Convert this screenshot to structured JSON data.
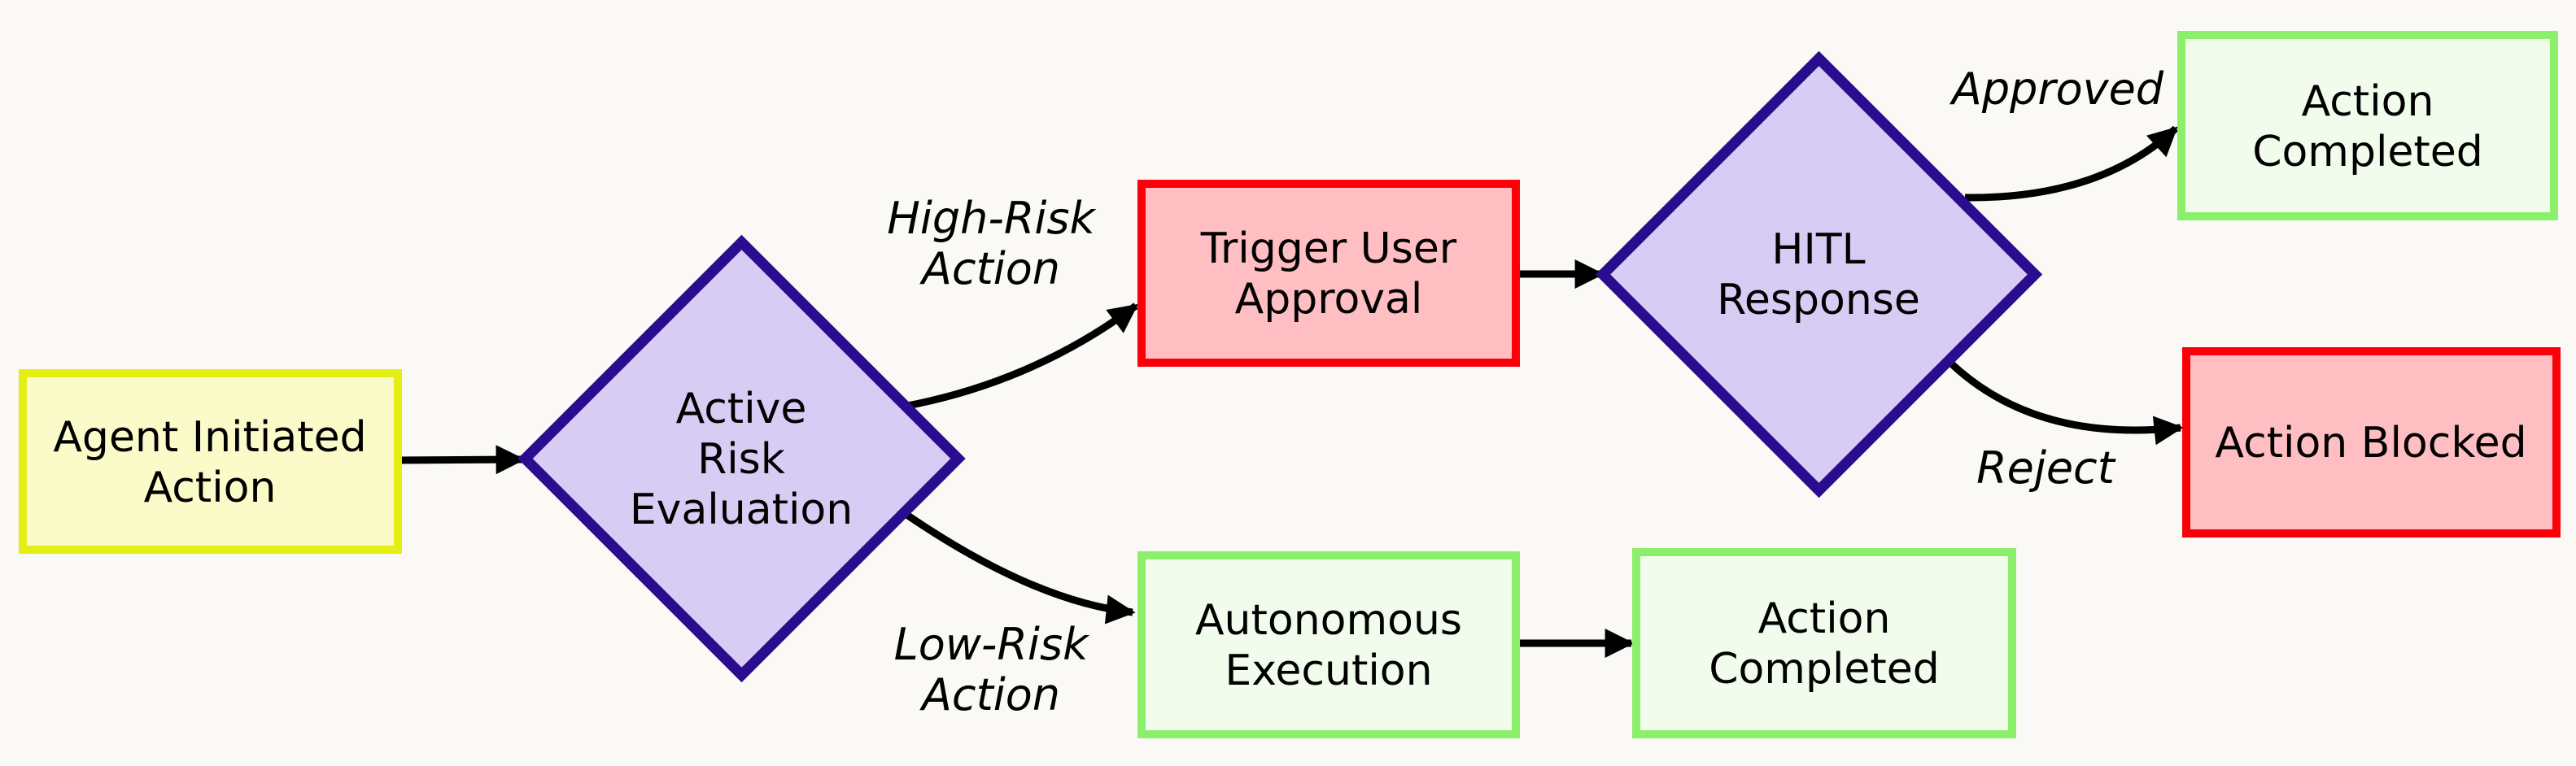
{
  "diagram": {
    "type": "flowchart",
    "background": "#FAF9F6",
    "edge_color": "#000000",
    "text_color": "#000000",
    "nodes": {
      "agent": {
        "shape": "rectangle",
        "fill": "#FAFBC8",
        "border": "#E3EE14",
        "label_lines": [
          "Agent Initiated",
          "Action"
        ]
      },
      "risk_eval": {
        "shape": "diamond",
        "fill": "#D7CCF3",
        "border": "#2A0D8E",
        "label_lines": [
          "Active",
          "Risk",
          "Evaluation"
        ]
      },
      "trigger": {
        "shape": "rectangle",
        "fill": "#FFBEC1",
        "border": "#FA0008",
        "label_lines": [
          "Trigger User",
          "Approval"
        ]
      },
      "hitl": {
        "shape": "diamond",
        "fill": "#D7CCF3",
        "border": "#2A0D8E",
        "label_lines": [
          "HITL",
          "Response"
        ]
      },
      "completed_top": {
        "shape": "rectangle",
        "fill": "#F1FCEC",
        "border": "#8CEF6C",
        "label_lines": [
          "Action",
          "Completed"
        ]
      },
      "blocked": {
        "shape": "rectangle",
        "fill": "#FFBEC1",
        "border": "#FA0008",
        "label_lines": [
          "Action Blocked"
        ]
      },
      "autonomous": {
        "shape": "rectangle",
        "fill": "#F1FCEC",
        "border": "#8CEF6C",
        "label_lines": [
          "Autonomous",
          "Execution"
        ]
      },
      "completed_bottom": {
        "shape": "rectangle",
        "fill": "#F1FCEC",
        "border": "#8CEF6C",
        "label_lines": [
          "Action",
          "Completed"
        ]
      }
    },
    "edge_labels": {
      "high_risk": {
        "lines": [
          "High-Risk",
          "Action"
        ]
      },
      "low_risk": {
        "lines": [
          "Low-Risk",
          "Action"
        ]
      },
      "approved": {
        "lines": [
          "Approved"
        ]
      },
      "reject": {
        "lines": [
          "Reject"
        ]
      }
    }
  }
}
